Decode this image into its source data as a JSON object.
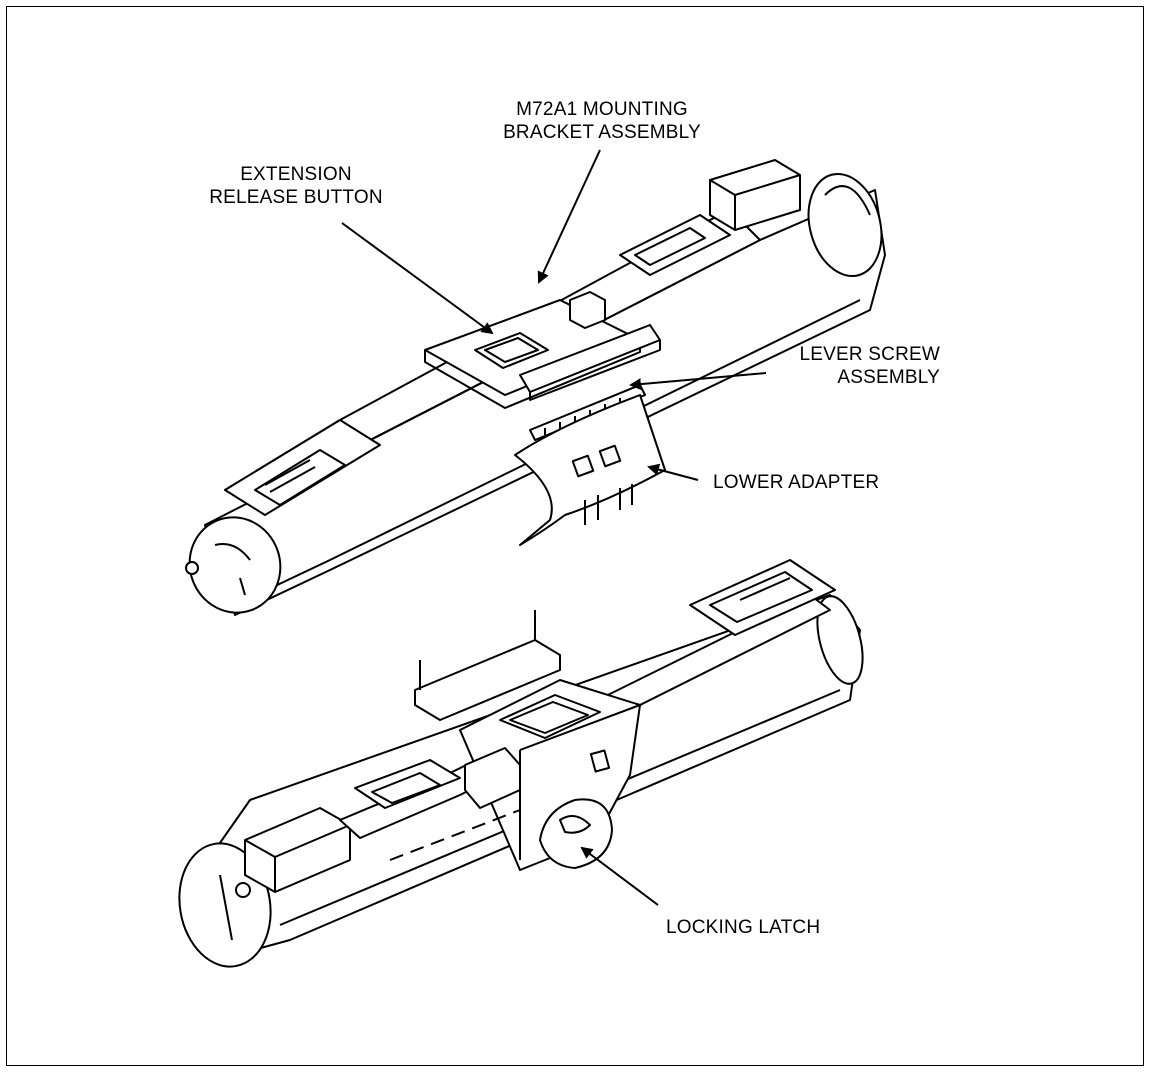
{
  "labels": {
    "mounting_bracket": {
      "line1": "M72A1 MOUNTING",
      "line2": "BRACKET ASSEMBLY"
    },
    "extension_release": {
      "line1": "EXTENSION",
      "line2": "RELEASE BUTTON"
    },
    "lever_screw": {
      "line1": "LEVER SCREW",
      "line2": "ASSEMBLY"
    },
    "lower_adapter": "LOWER ADAPTER",
    "locking_latch": "LOCKING LATCH"
  },
  "colors": {
    "ink": "#000000",
    "paper": "#ffffff"
  }
}
